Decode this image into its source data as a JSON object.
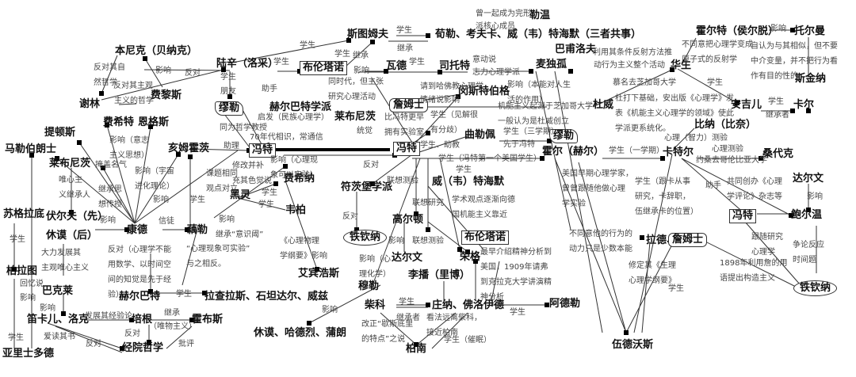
{
  "title": "心理学流派关系图",
  "nodes": {
    "bennike": "本尼克（贝纳克）",
    "xielin": "谢林",
    "feilisi": "费黎斯",
    "feixite": "费希特",
    "engesi": "恩格斯",
    "tidunsi": "提顿斯",
    "malebolangshi": "马勒伯朗士",
    "laibunici_left": "莱布尼茨",
    "wolf": "伏尔夫（先）",
    "xiumo": "休谟（后）",
    "kangde": "康德",
    "hemuhuozi": "亥姆霍茨",
    "hele": "藕勒",
    "sugeladi": "苏格拉底",
    "bolatu": "柏拉图",
    "bakelai": "巴克莱",
    "dikaer": "笛卡儿、洛克",
    "peigen": "培根",
    "huobusi": "霍布斯",
    "jingyuanzhexue": "经院哲学",
    "yalishiduode": "亚里士多德",
    "heerbate": "赫尔巴特",
    "lachalasi": "拉查拉斯、石坦达尔、威兹",
    "luxin": "陆辛（洛采）",
    "mule_top": "缪勒",
    "heerbate_school": "赫尔巴特学派",
    "fengte_left": "冯特",
    "heiling": "黑灵",
    "weibo": "韦柏",
    "feixina": "费希纳",
    "aibinhaosi": "艾宾浩斯",
    "situmufu": "斯图姆夫",
    "bulunta_top": "布伦塔诺",
    "wade": "瓦德",
    "situote": "司托特",
    "xunle": "荀勒、考夫卡、威（韦）特海默（三者共事）",
    "lewen": "勒温",
    "laibunici_mid": "莱布尼茨",
    "zhanmushi_top": "詹姆士",
    "mingsitebogo": "闵斯特伯格",
    "maidugu": "麦独孤",
    "bapuluofu": "巴甫洛夫",
    "duwei": "杜威",
    "quleipei": "曲勒佩",
    "mule_mid": "缪勒",
    "fengte_center": "冯特",
    "fuciboxuepai": "符茨堡学派",
    "tieqinna_left": "铁钦纳",
    "weitehaimo": "威（韦）特海默",
    "bulunta_mid": "布伦塔诺",
    "gaoerdun": "高尔顿",
    "daerwen_mid": "达尔文",
    "rongge": "荣格",
    "libo": "李播（里博）",
    "mule_bottom": "穆勒",
    "xiumo_bottom": "休谟、哈德烈、蒲朗",
    "chaike": "柴科",
    "zhuangna": "庄纳、佛洛伊德",
    "bonan": "柏南",
    "adele": "阿德勒",
    "huoer": "霍尔（赫尔）",
    "huaersheng": "华生",
    "huoerte": "霍尔特（侯尔脱）",
    "tuoerman": "托尔曼",
    "sijinna": "斯金纳",
    "anjier": "安吉儿",
    "kaer": "卡尔",
    "bina": "比纳（比奈）",
    "katele": "卡特尔",
    "sangdaike": "桑代克",
    "daerwen_right": "达尔文",
    "baoerwen": "鲍尔温",
    "fengte_right": "冯特",
    "lade": "拉德、",
    "zhanmushi_bottom": "詹姆士",
    "tieqinna_right": "铁钦纳",
    "wudewosi": "伍德沃斯"
  },
  "labels": {
    "fandui_ziran": "反对其自\n然哲学",
    "yingxiang_1": "影响",
    "fandui_1": "反对",
    "fandui_zhuguan": "反对其主观",
    "zhuyi_zhexue": "主义的哲学",
    "xuesheng_1": "学生",
    "pengyou": "朋友",
    "yingxiang_yizhi": "影响（意志\n主义思想）",
    "yingxiang_yuzhou": "影响（宇宙\n进化理论）",
    "yangai_mingqi": "掩盖名气",
    "weixin_chengren": "唯心主\n义继承人",
    "jicheng_sixiang": "继承思\n想传授",
    "yingxiang_2": "影响",
    "yingxiang_3": "影响",
    "xintu": "信徒",
    "xuesheng_2": "学生",
    "ketixiangtong": "课题相同\n观点对立",
    "fandui_shuxue": "反对（心理学不能\n用数学、以时间空\n间的知觉是先于经\n验）",
    "yingxiang_4": "影响",
    "jicheng_yishi": "继承“意识阈”",
    "xinli_kexue": "“心理现象可实验”\n与之相反。",
    "xinli_wuli": "《心理物理\n学纲要》影响",
    "xuesheng_3": "学生",
    "xuesheng_4": "学生",
    "xiugai_bingbu": "修改并补\n充其色觉说",
    "yingxiang_xinli": "影响（心理现\n象可以实验）",
    "tongwei_jiaoshou": "同为哲学教授",
    "qishi_minzu": "启发（民族心理学）",
    "qishi_niandai": "70年代相识，常通信",
    "zhuli": "助理",
    "zhushou_1": "助手",
    "xuesheng_5": "学生",
    "xuesheng_6": "学生",
    "xuesheng_7": "学生",
    "jicheng_1": "继承",
    "yingxiang_5": "影响",
    "xuesheng_8": "学生",
    "jicheng_2": "继承",
    "tongshidai": "同时代，但主张\n研究心理活动",
    "xuesheng_9": "学生",
    "ceng_yiqi": "曾一起成为完形",
    "xuepai_chengyuan": "派核心成员",
    "yidongshuo": "意动说",
    "zhili_xinli": "志力心理学派",
    "qingdao_hafo": "请到哈佛教心理学",
    "qingxu_shuo": "情绪说影响",
    "bifengte_gengzao": "比冯特更早\n拥有实验室",
    "tongjue": "统觉",
    "xuesheng_jianjie": "学生（见解很\n有分歧）",
    "yingxiang_benneng": "影响（本能对人生\n活的作用）",
    "jineng_qiyuan": "机能主义起源于芝加哥大学",
    "yiban_renwei": "一般认为是杜威创立",
    "xuesheng_zhujiao": "学生、助教",
    "xuesheng_sanxueqi": "学生（三学期）",
    "xianyu_fengte": "先于冯特",
    "xuesheng_meiguo": "学生（冯特第一个美国学生）",
    "xuesheng_10": "学生",
    "liyong_fanshe": "利用其条件反射方法推",
    "dongzuo_xingwei": "动行为主义整个活动",
    "muming_zhijiage": "慕名去芝加哥大学",
    "duwei_jichu": "杜打下基础，安出版《心理学》发\n表《机能主义心理学的领域》使此\n学派更系统化。",
    "butongyi": "不同意把心理学变成\n原子式的反射学",
    "yingxiang_6": "影响",
    "ziren_xiangsi": "自认为与其相似，但不要\n中介变量，并不把行为看\n作有目的性的",
    "xuesheng_11": "学生",
    "xuesheng_12": "学生",
    "jichengzhe_1": "继承者",
    "fandui_2": "反对",
    "fandui_3": "反对",
    "lianxiang_ceyan_1": "联想测验",
    "lianxiang_yanjiu": "联想研究",
    "xueshu_guandian": "学术观点逐渐向德\n国机能主义靠近",
    "yingxiang_7": "影响",
    "lianxiang_ceyan_2": "联想测验",
    "meiguo_zaoqi": "美国早期心理学家，\n曾曾跟随他做心理\n学实验",
    "xuesheng_yixueqi": "学生（一学期）",
    "xinli_zhili": "心理（智力）测验",
    "xinli_ceyan": "心理测验",
    "yue_sang": "约桑去哥伦比亚大学",
    "xuesheng_genka": "学生（跟卡从事\n研究，卡辞职，\n伍继承卡的位置）",
    "zhushou_2": "助手",
    "gongtong_chuangban": "共同创办《心理\n学评论》杂志等",
    "yingxiang_8": "影响",
    "genshui_yanjiu": "跟随研究\n心理学",
    "zhenglun_fanying": "争论反应\n时间题",
    "nian_1898": "1898年利用詹的用\n语提出构造主义",
    "butongyi_dongli": "不同意他的行为的\n动力只是少数本能",
    "xiuding_shengli": "修定其《生理\n心理学纲要》",
    "xuesheng_13": "学生",
    "zuizao_jieshao": "最早介绍精神分析到\n美国，1909年请弗\n到克拉克大学讲演精\n神分析",
    "xuesheng_14": "学生",
    "yingxiang_lihua": "影响（心\n理化学）",
    "yingxiang_9": "影响",
    "xuesheng_15": "学生",
    "jichengzhe_2": "继承者",
    "kanfa_yuanli": "看法远离柴科，\n接近柏南",
    "gaizheng": "改正“歇斯底里\n的特点”之说",
    "xuesheng_cuimian": "学生（催眠）",
    "huiyishuo": "回忆说",
    "yingxiang_10": "影响",
    "yingxiang_11": "影响",
    "dali_fazhan": "大力发展其\n主观唯心主义",
    "xuesheng_16": "学生",
    "xuesheng_17": "学生",
    "aidu_qishu": "爱读其书",
    "fazhan_jingyan": "发展其经验论",
    "fandui_4": "反对",
    "jicheng_3": "继承",
    "weiwu_zhuyi": "（唯物主义）",
    "fandui_5": "反对",
    "piping": "批评",
    "xuesheng_18": "学生"
  }
}
